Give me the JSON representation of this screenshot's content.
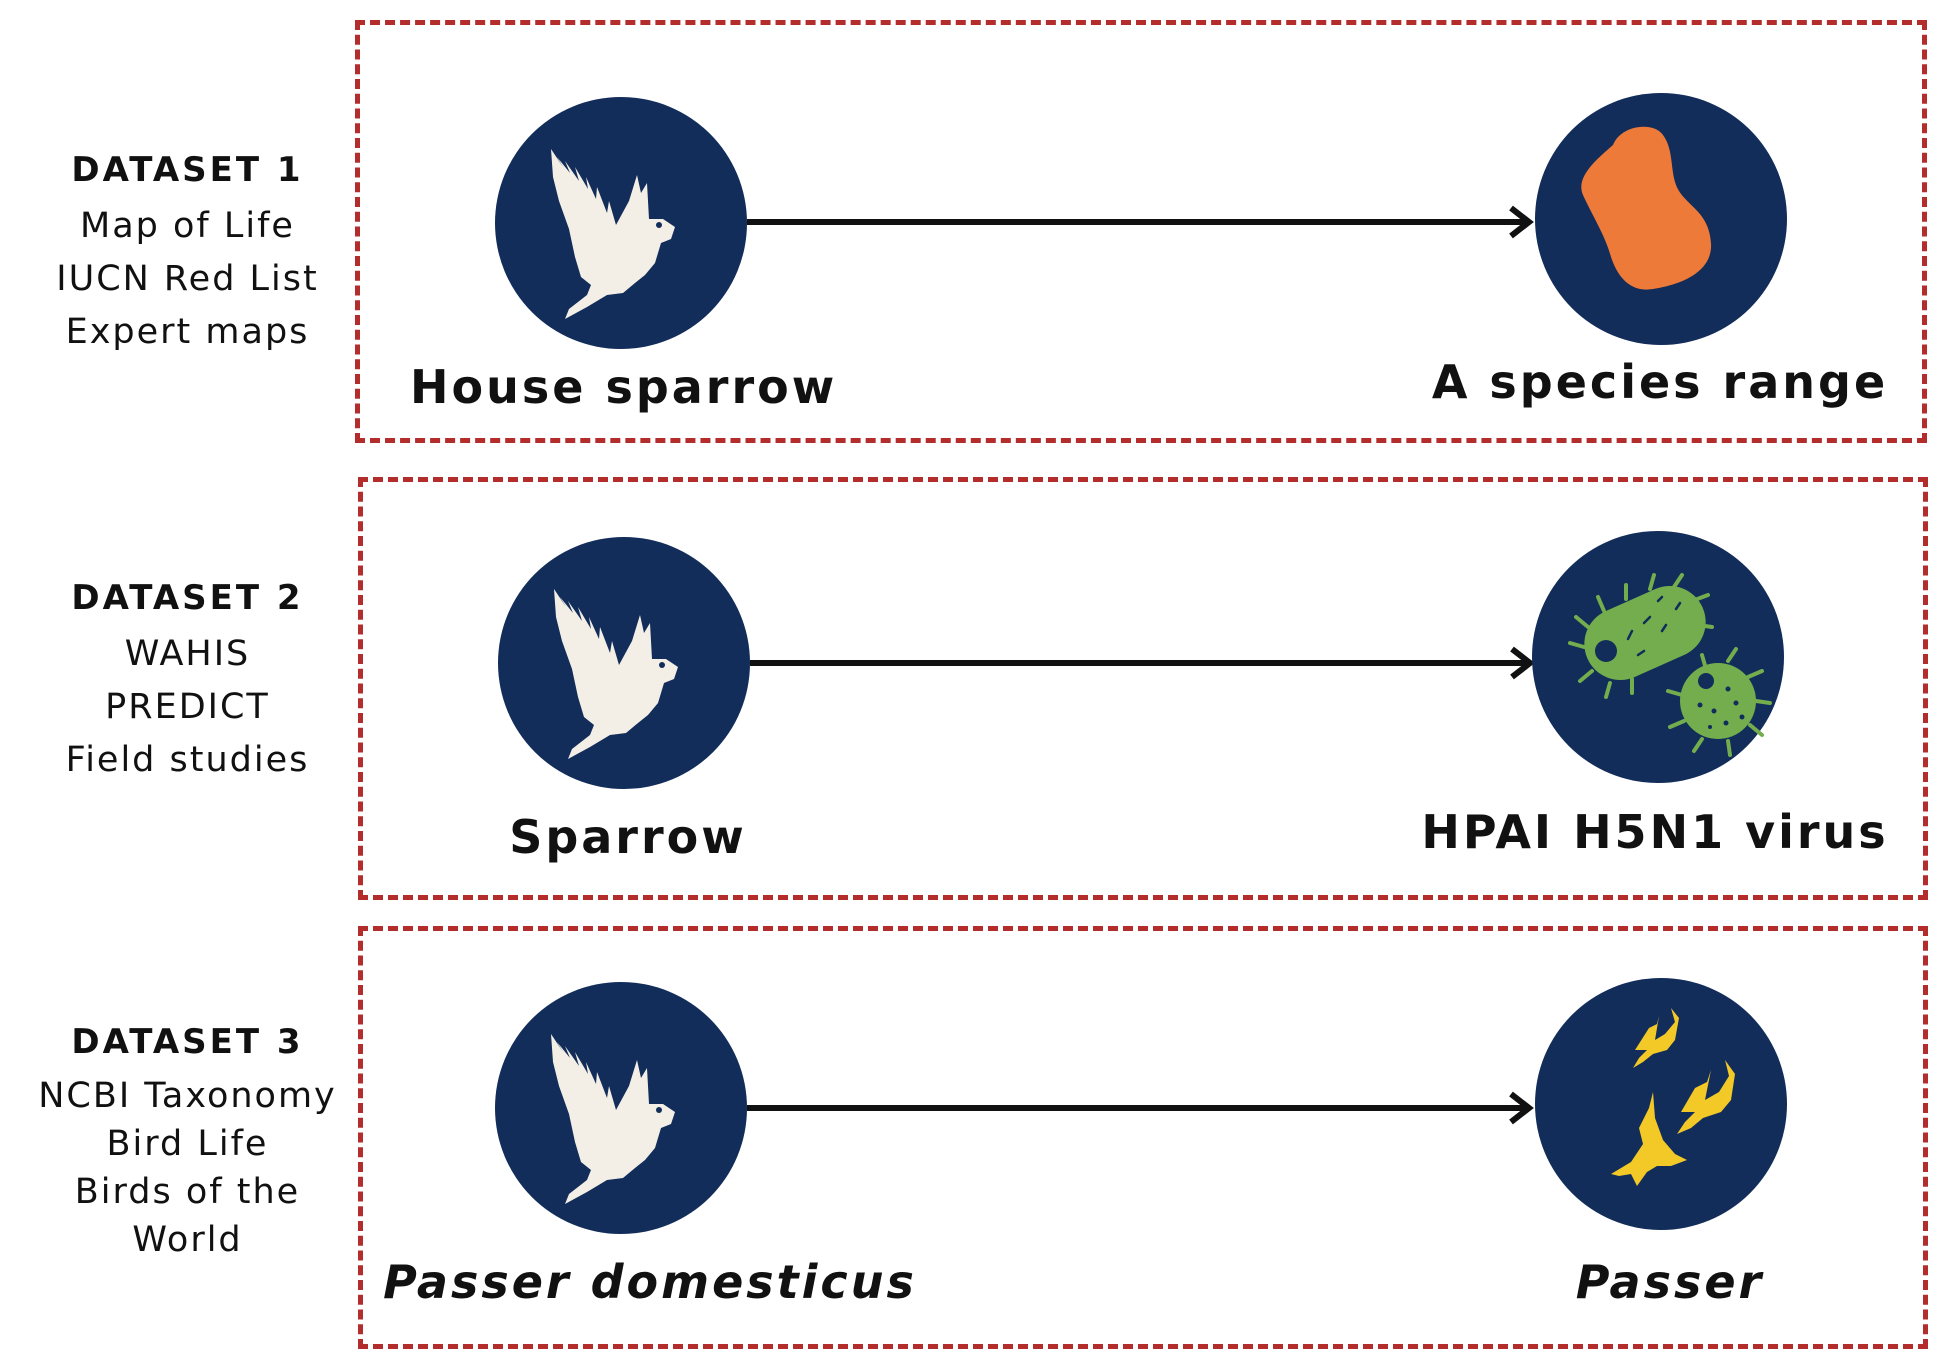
{
  "colors": {
    "navy": "#122d5a",
    "bird": "#f4efe6",
    "range": "#ee7a39",
    "virus": "#73ad4e",
    "flock": "#f3c927",
    "dashed_border": "#b32d2d"
  },
  "icons": {
    "source": "sparrow-bird-icon",
    "range": "species-range-blob-icon",
    "virus": "virus-icon",
    "flock": "bird-flock-icon"
  },
  "datasets": [
    {
      "title": "DATASET 1",
      "sources": [
        "Map of Life",
        "IUCN Red List",
        "Expert maps"
      ],
      "from_label": "House sparrow",
      "to_label": "A species range"
    },
    {
      "title": "DATASET 2",
      "sources": [
        "WAHIS",
        "PREDICT",
        "Field studies"
      ],
      "from_label": "Sparrow",
      "to_label": "HPAI H5N1 virus"
    },
    {
      "title": "DATASET 3",
      "sources": [
        "NCBI Taxonomy",
        "Bird Life",
        "Birds of the",
        "World"
      ],
      "from_label": "Passer domesticus",
      "to_label": "Passer"
    }
  ]
}
